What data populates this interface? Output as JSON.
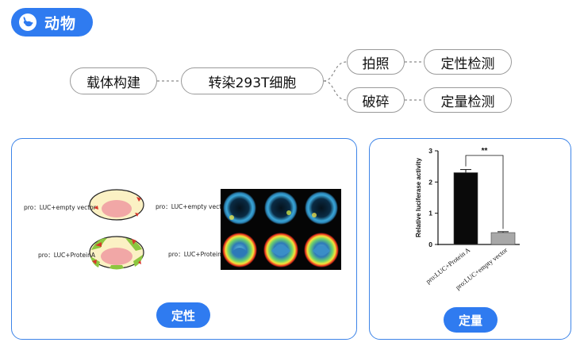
{
  "header": {
    "label": "动物",
    "icon": "rabbit-icon"
  },
  "flow": {
    "construct": "载体构建",
    "transfect": "转染293T细胞",
    "photo": "拍照",
    "qualitative_detect": "定性检测",
    "lyse": "破碎",
    "quantitative_detect": "定量检测"
  },
  "qualitative": {
    "button": "定性",
    "label_empty": "pro：LUC+empty vector",
    "label_protein": "pro：LUC+ProteinA",
    "label_empty_right": "pro：LUC+empty vector",
    "label_protein_right": "pro：LUC+ProteinA"
  },
  "quantitative": {
    "button": "定量"
  },
  "colors": {
    "accent": "#2f7bf0",
    "panel_border": "#3d84e8"
  },
  "chart_data": {
    "type": "bar",
    "categories": [
      "pro:LUC+Protein A",
      "pro:LUC+empty vector"
    ],
    "values": [
      2.3,
      0.38
    ],
    "errors": [
      0.1,
      0.03
    ],
    "bar_colors": [
      "#0a0a0a",
      "#a8a8a8"
    ],
    "ylabel": "Relative luciferase activity",
    "ylim": [
      0,
      3
    ],
    "yticks": [
      0,
      1,
      2,
      3
    ],
    "significance": "**",
    "grid": false
  }
}
